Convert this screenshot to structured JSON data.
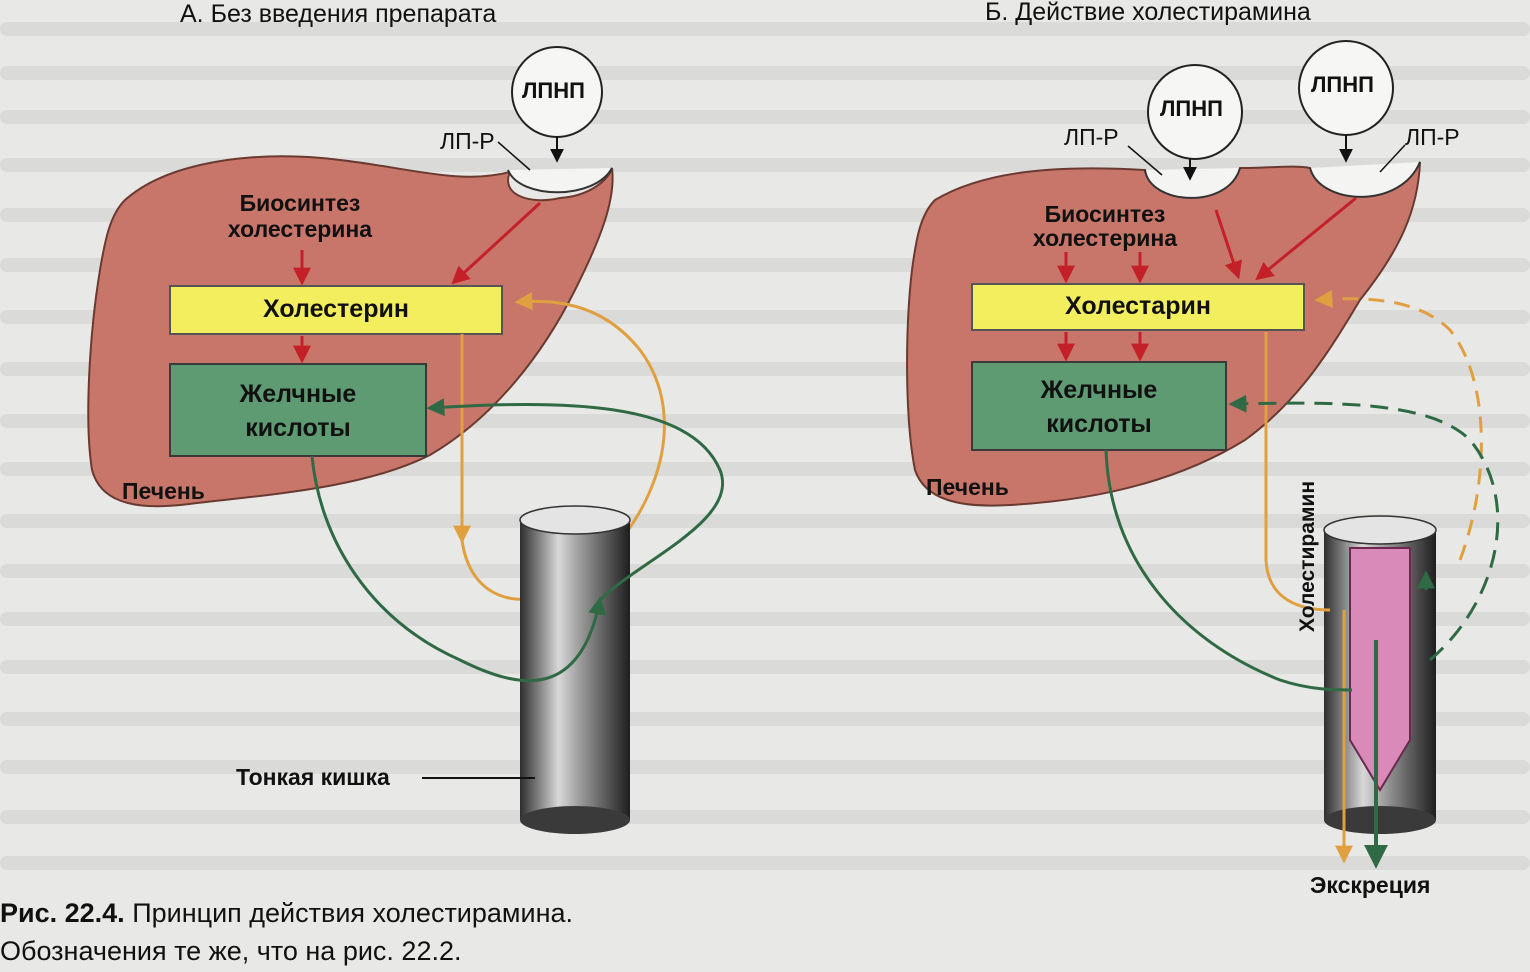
{
  "panel_a": {
    "title": "А. Без введения препарата",
    "ldl": "ЛПНП",
    "receptor": "ЛП-Р",
    "biosynthesis": "Биосинтез холестерина",
    "cholesterol": "Холестерин",
    "bile_acids_line1": "Желчные",
    "bile_acids_line2": "кислоты",
    "liver": "Печень",
    "intestine": "Тонкая кишка"
  },
  "panel_b": {
    "title": "Б. Действие холестирамина",
    "ldl_left": "ЛПНП",
    "ldl_right": "ЛПНП",
    "receptor_left": "ЛП-Р",
    "receptor_right": "ЛП-Р",
    "biosynthesis": "Биосинтез холестерина",
    "cholesterol": "Холестарин",
    "bile_acids_line1": "Желчные",
    "bile_acids_line2": "кислоты",
    "liver": "Печень",
    "drug": "Холестирамин",
    "excretion": "Экскреция"
  },
  "caption": {
    "number": "Рис. 22.4.",
    "line1": "Принцип действия холестирамина.",
    "line2": "Обозначения те же, что на рис. 22.2."
  },
  "colors": {
    "liver": "#c8766a",
    "cholesterol_box": "#f2ee5e",
    "bile_box": "#5e9a72",
    "red_arrow": "#c4202a",
    "orange_arrow": "#e0a040",
    "green_arrow": "#2f6a44",
    "drug_fill": "#d98ab8"
  }
}
